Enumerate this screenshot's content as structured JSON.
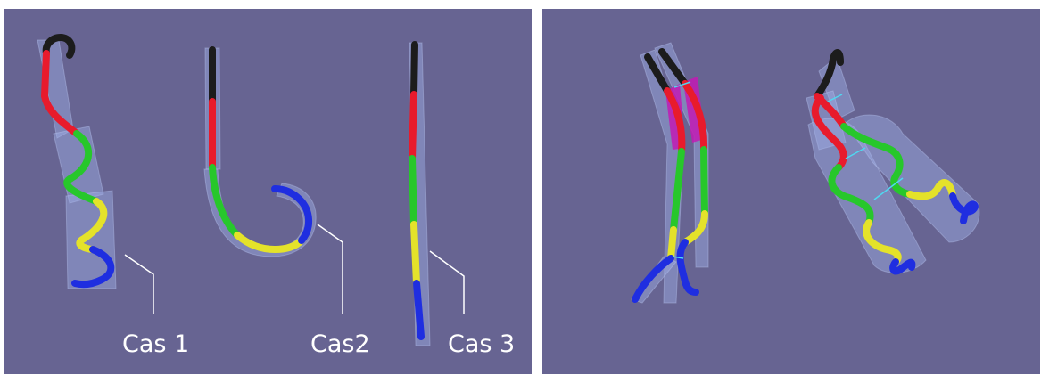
{
  "left_panel": {
    "labels": {
      "case1": "Cas 1",
      "case2": "Cas2",
      "case3": "Cas 3"
    }
  },
  "colors": {
    "background": "#676492",
    "tube": "#9fb0e6",
    "segment_black": "#1c1c1c",
    "segment_red": "#e81b2c",
    "segment_green": "#27c72b",
    "segment_yellow": "#e4e22a",
    "segment_blue": "#1f2ee0",
    "highlight_magenta": "#c21ab4",
    "bond_cyan": "#4fd8f0",
    "leader_line": "#ffffff"
  }
}
